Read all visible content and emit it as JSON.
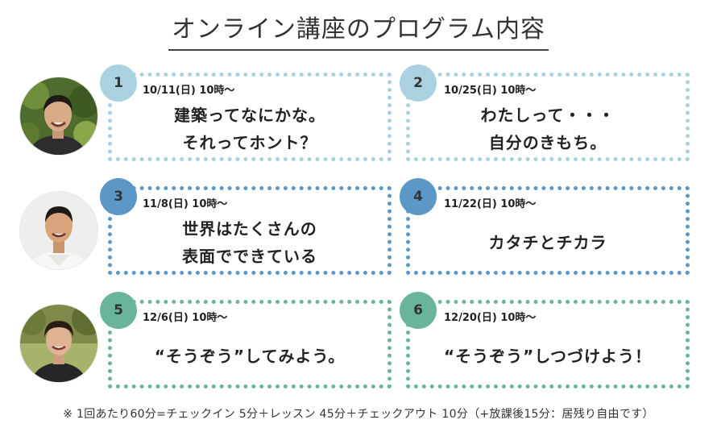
{
  "title": "オンライン講座のプログラム内容",
  "sessions": [
    {
      "number": "1",
      "date": "10/11(日) 10時〜",
      "lines": [
        "建築ってなにかな。",
        "それってホント？"
      ],
      "color": "#a9d1e0"
    },
    {
      "number": "2",
      "date": "10/25(日) 10時〜",
      "lines": [
        "わたしって・・・",
        "自分のきもち。"
      ],
      "color": "#a9d1e0"
    },
    {
      "number": "3",
      "date": "11/8(日) 10時〜",
      "lines": [
        "世界はたくさんの",
        "表面でできている"
      ],
      "color": "#5b98c8"
    },
    {
      "number": "4",
      "date": "11/22(日) 10時〜",
      "lines": [
        "カタチとチカラ"
      ],
      "color": "#5b98c8"
    },
    {
      "number": "5",
      "date": "12/6(日) 10時〜",
      "lines": [
        "“そうぞう”してみよう。"
      ],
      "color": "#6ab59a"
    },
    {
      "number": "6",
      "date": "12/20(日) 10時〜",
      "lines": [
        "“そうぞう”しつづけよう！"
      ],
      "color": "#6ab59a"
    }
  ],
  "footnote": "※ 1回あたり60分=チェックイン 5分＋レッスン 45分＋チェックアウト 10分（+放課後15分：居残り自由です）"
}
